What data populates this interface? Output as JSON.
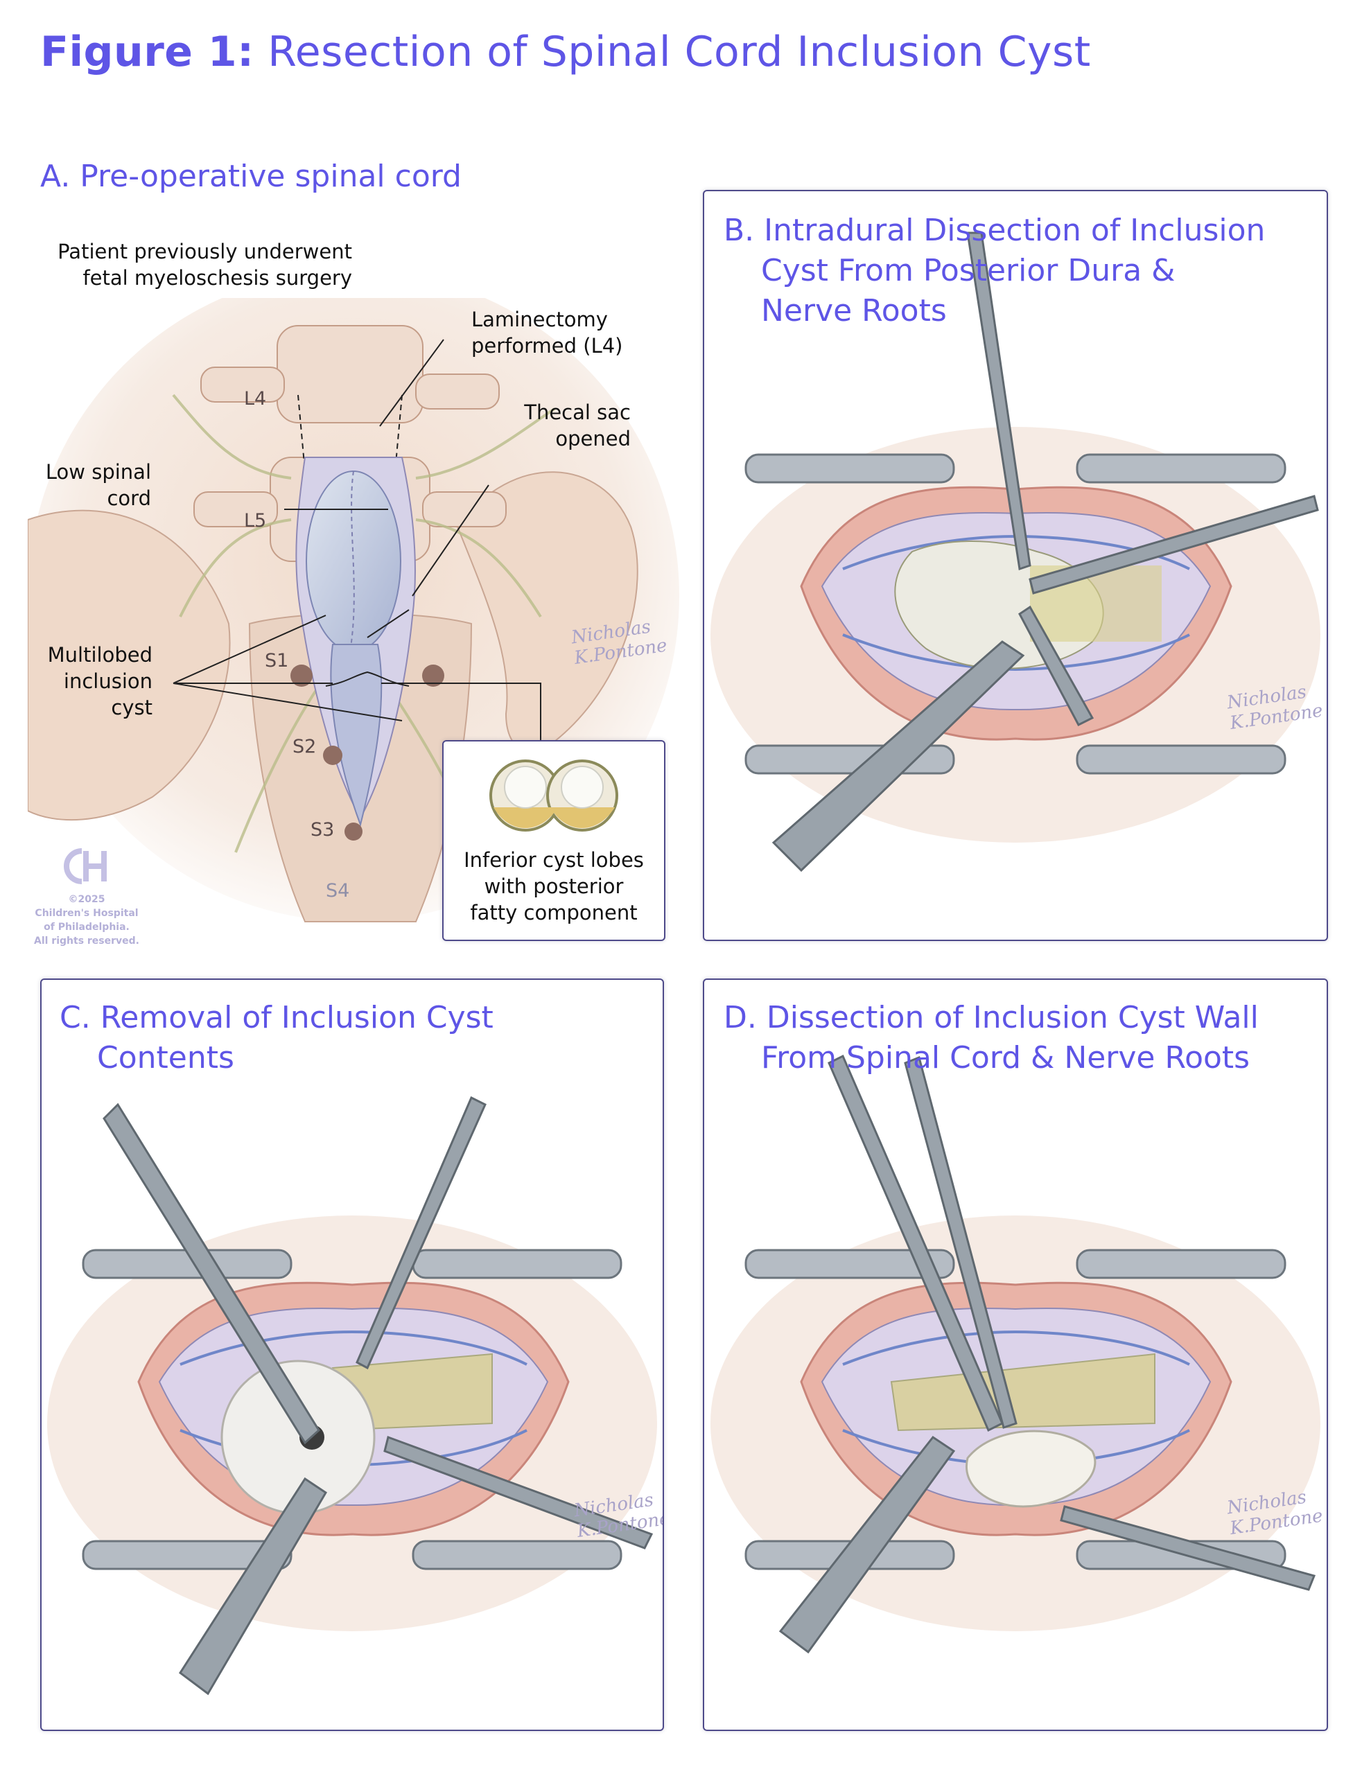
{
  "title": {
    "bold": "Figure 1:",
    "rest": " Resection of Spinal Cord Inclusion Cyst"
  },
  "panels": {
    "a": {
      "title": "A. Pre-operative spinal cord",
      "note": [
        "Patient previously underwent",
        "fetal myeloschesis surgery"
      ],
      "labels": {
        "laminectomy": [
          "Laminectomy",
          "performed (L4)"
        ],
        "thecal": [
          "Thecal sac",
          "opened"
        ],
        "low_cord": [
          "Low spinal",
          "cord"
        ],
        "multilobed": [
          "Multilobed",
          "inclusion",
          "cyst"
        ]
      },
      "vertebrae": [
        "L4",
        "L5",
        "S1",
        "S2",
        "S3",
        "S4"
      ],
      "inset_caption": [
        "Inferior cyst lobes",
        "with posterior",
        "fatty component"
      ],
      "copyright": [
        "©2025",
        "Children's Hospital",
        "of Philadelphia.",
        "All rights reserved."
      ]
    },
    "b": {
      "title": [
        "B. Intradural Dissection of Inclusion",
        "Cyst From Posterior Dura &",
        "Nerve Roots"
      ]
    },
    "c": {
      "title": [
        "C. Removal of Inclusion Cyst",
        "Contents"
      ]
    },
    "d": {
      "title": [
        "D. Dissection of Inclusion Cyst Wall",
        "From Spinal Cord & Nerve Roots"
      ]
    }
  },
  "signature": [
    "Nicholas",
    "K.Pontone"
  ],
  "colors": {
    "accent": "#5e55e6",
    "frame": "#4e4a8a",
    "bone": "#ecd8c8",
    "dura": "#cfc6e4",
    "instrument": "#8c98a0",
    "fat": "#e2c471",
    "cyst": "#f1ede4"
  }
}
